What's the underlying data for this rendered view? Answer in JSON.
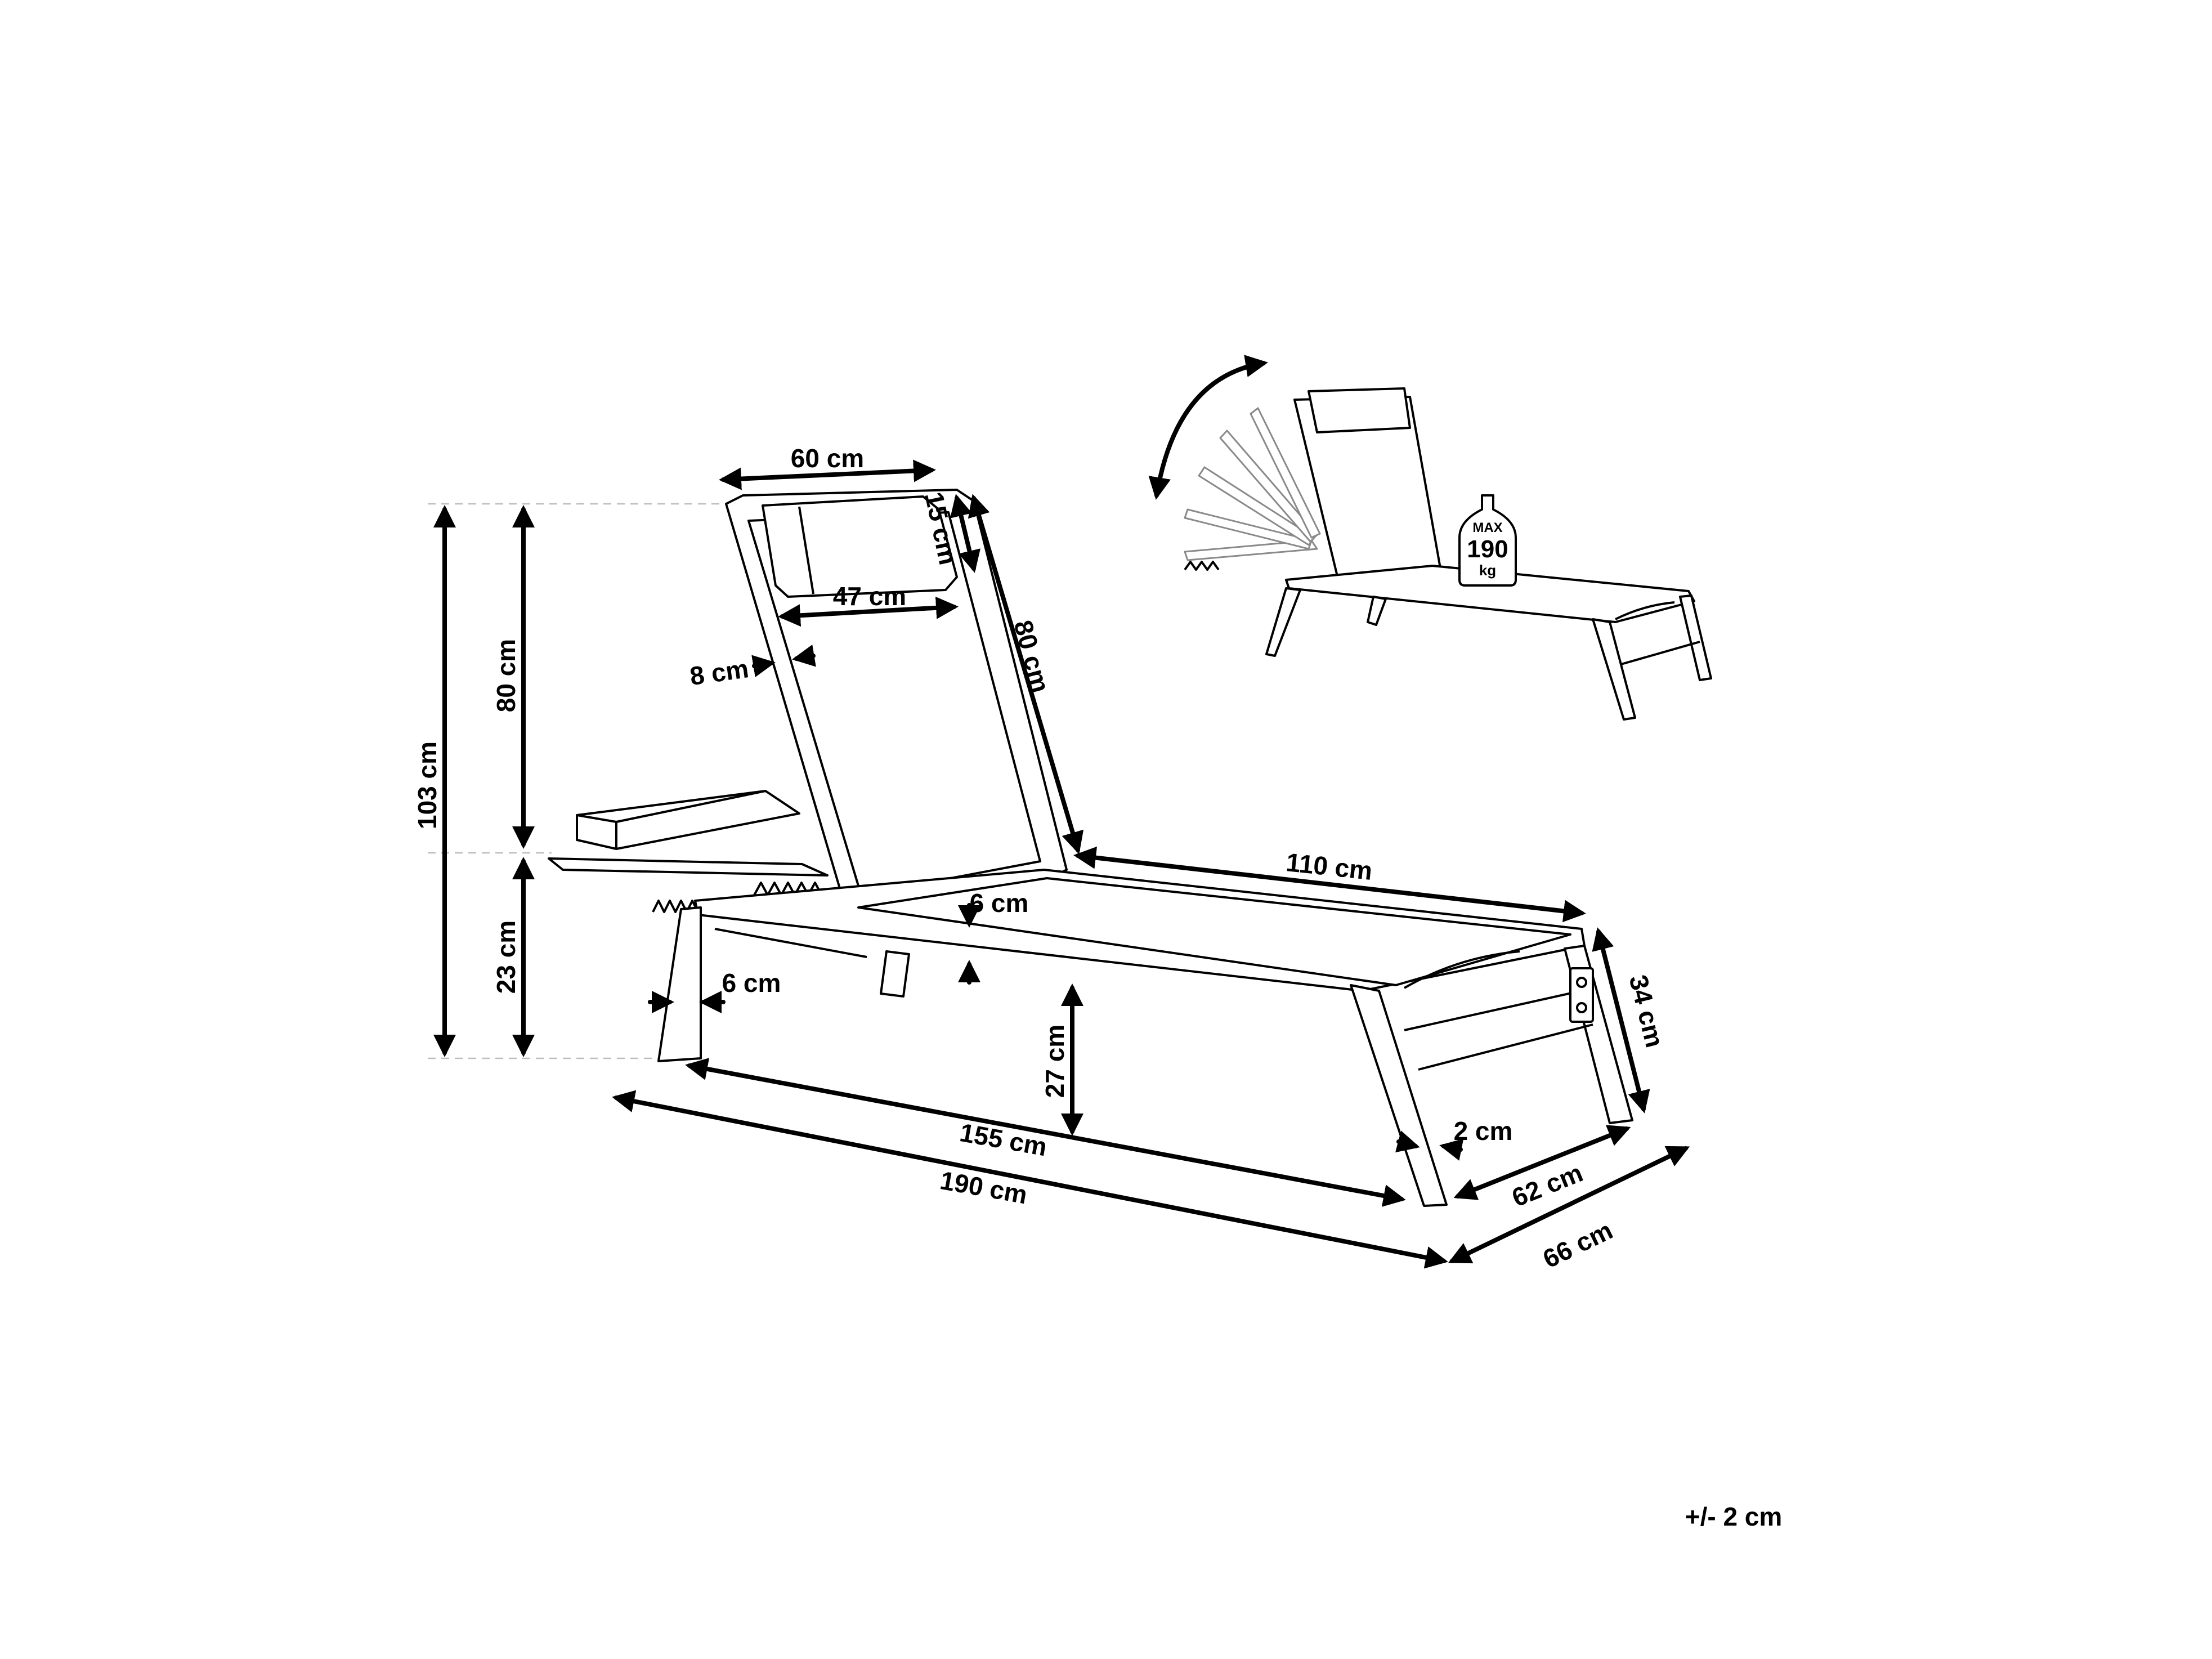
{
  "diagram": {
    "dimensions": {
      "overall_height": "103 cm",
      "backrest_height": "80 cm",
      "seat_height": "23 cm",
      "top_width": "60 cm",
      "pillow_height": "15 cm",
      "pillow_width": "47 cm",
      "frame_width": "8 cm",
      "backrest_length": "80 cm",
      "seat_length": "110 cm",
      "seat_frame": "6 cm",
      "leg_width": "6 cm",
      "leg_height": "27 cm",
      "frame_length": "155 cm",
      "overall_length": "190 cm",
      "rear_height": "34 cm",
      "leg_thickness": "2 cm",
      "inner_width": "62 cm",
      "overall_width": "66 cm"
    },
    "load_badge": {
      "max_label": "MAX",
      "value": "190",
      "unit": "kg"
    },
    "tolerance": "+/- 2 cm"
  }
}
